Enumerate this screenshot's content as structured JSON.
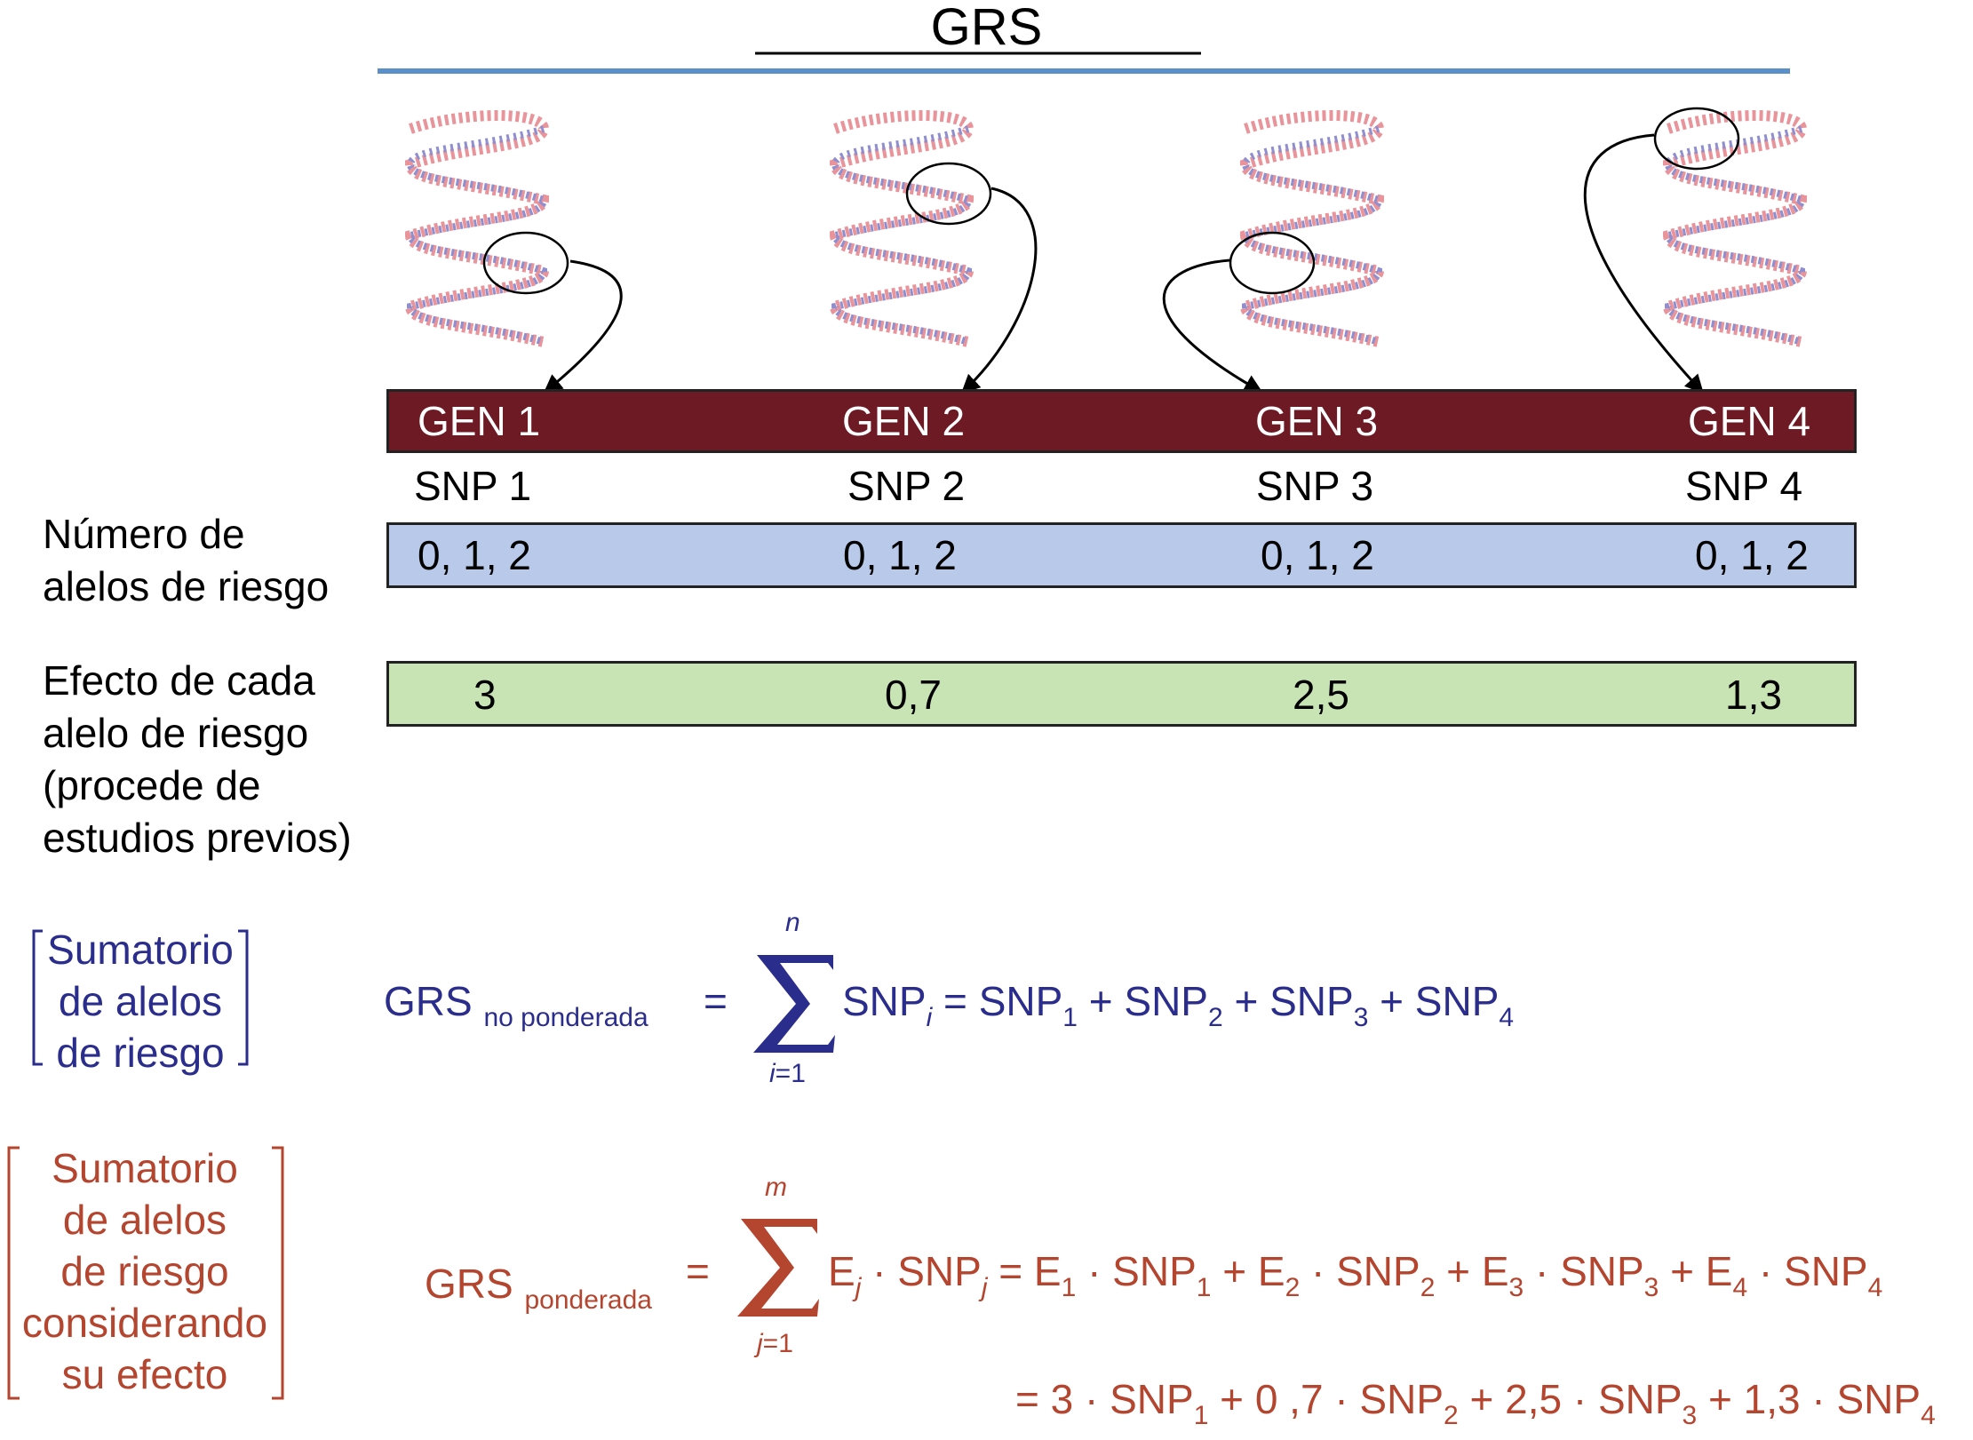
{
  "title": "GRS",
  "genes": [
    {
      "gen": "GEN 1",
      "snp": "SNP 1",
      "alelos": "0, 1, 2",
      "efecto": "3"
    },
    {
      "gen": "GEN 2",
      "snp": "SNP 2",
      "alelos": "0, 1, 2",
      "efecto": "0,7"
    },
    {
      "gen": "GEN 3",
      "snp": "SNP 3",
      "alelos": "0, 1, 2",
      "efecto": "2,5"
    },
    {
      "gen": "GEN 4",
      "snp": "SNP 4",
      "alelos": "0, 1, 2",
      "efecto": "1,3"
    }
  ],
  "labels": {
    "numero_l1": "Número de",
    "numero_l2": "alelos de riesgo",
    "efecto_l1": "Efecto de cada",
    "efecto_l2": "alelo de riesgo",
    "efecto_l3": "(procede de",
    "efecto_l4": "estudios previos)"
  },
  "unweighted": {
    "bracket_l1": "Sumatorio",
    "bracket_l2": "de alelos",
    "bracket_l3": "de riesgo",
    "grs": "GRS",
    "grs_sub": "no ponderada",
    "equals": "=",
    "sum_upper": "n",
    "sum_lower": "i=1",
    "term_snp": "SNP",
    "term_idx": "i",
    "rhs": "= SNP",
    "s1": "1",
    "plus2": " + SNP",
    "s2": "2",
    "plus3": " + SNP",
    "s3": "3",
    "plus4": " + SNP",
    "s4": "4"
  },
  "weighted": {
    "bracket_l1": "Sumatorio",
    "bracket_l2": "de alelos",
    "bracket_l3": "de riesgo",
    "bracket_l4": "considerando",
    "bracket_l5": "su efecto",
    "grs": "GRS",
    "grs_sub": "ponderada",
    "equals": "=",
    "sum_upper": "m",
    "sum_lower": "j=1",
    "line1": {
      "e": "E",
      "j1": "j",
      "dot_snp": " · SNP",
      "j2": "j",
      "eq_e": " = E",
      "i1": "1",
      "snp_a": " · SNP",
      "i1b": "1",
      "p2": " + E",
      "i2": "2",
      "snp_b": " · SNP",
      "i2b": "2",
      "p3": " + E",
      "i3": "3",
      "snp_c": " · SNP",
      "i3b": "3",
      "p4": " + E",
      "i4": "4",
      "snp_d": " · SNP",
      "i4b": "4"
    },
    "line2": {
      "a": "= 3 · SNP",
      "a_i": "1",
      "b": " + 0 ,7 · SNP",
      "b_i": "2",
      "c": " + 2,5 · SNP",
      "c_i": "3",
      "d": " + 1,3  · SNP",
      "d_i": "4"
    }
  },
  "colors": {
    "navy": "#2b2d8c",
    "rust": "#b4452f",
    "gene_bar": "#6d1a25",
    "blue_bar": "#b8c9ea",
    "green_bar": "#c9e4b4",
    "rule": "#5b8fc9"
  }
}
